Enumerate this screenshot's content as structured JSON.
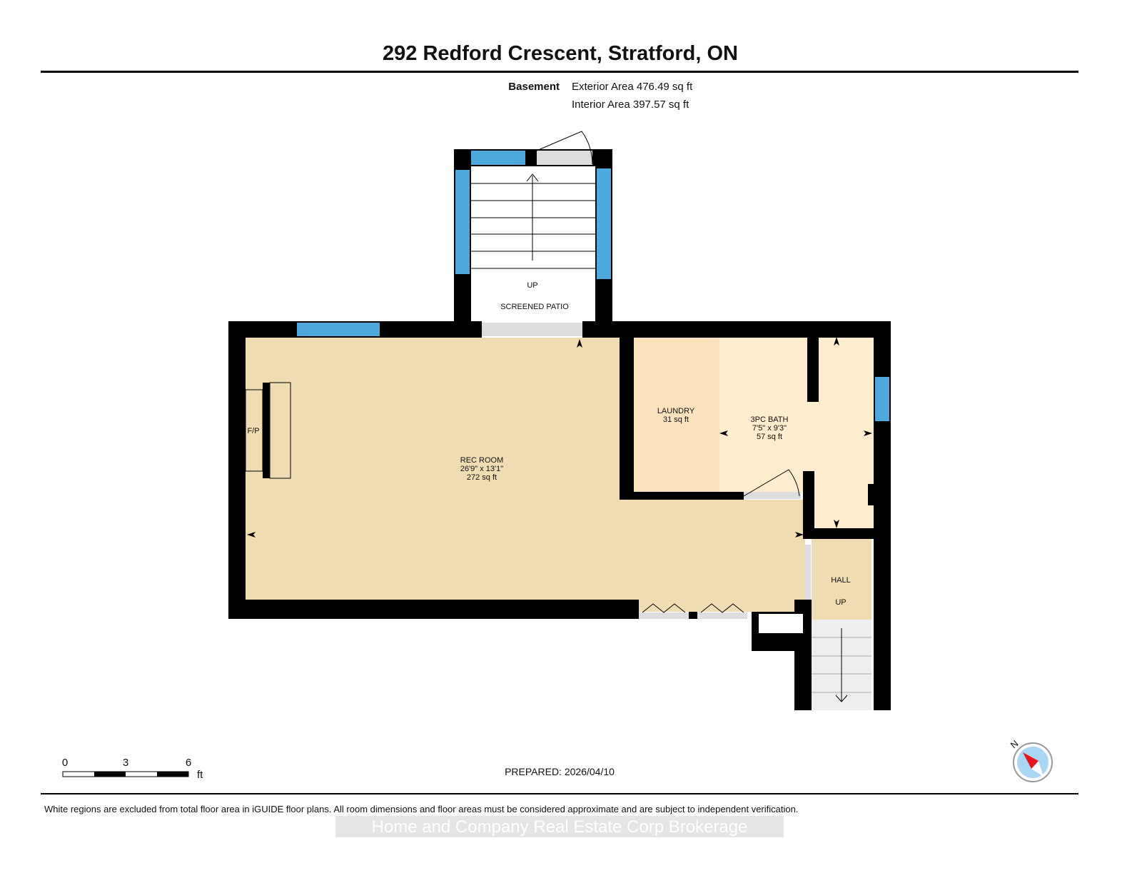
{
  "title": "292 Redford Crescent, Stratford, ON",
  "floor": {
    "name": "Basement",
    "exterior": "Exterior Area 476.49 sq ft",
    "interior": "Interior Area 397.57 sq ft"
  },
  "rooms": {
    "rec": {
      "name": "REC ROOM",
      "dims": "26'9\" x 13'1\"",
      "area": "272 sq ft"
    },
    "laundry": {
      "name": "LAUNDRY",
      "area": "31 sq ft"
    },
    "bath": {
      "name": "3PC BATH",
      "dims": "7'5\" x 9'3\"",
      "area": "57 sq ft"
    },
    "hall": {
      "name": "HALL",
      "up": "UP"
    },
    "patio": {
      "name": "SCREENED PATIO",
      "up": "UP"
    },
    "fp": "F/P"
  },
  "scale": {
    "t0": "0",
    "t3": "3",
    "t6": "6",
    "unit": "ft"
  },
  "compass": "N",
  "prepared": "PREPARED: 2026/04/10",
  "disclaimer": "White regions are excluded from total floor area in iGUIDE floor plans. All room dimensions and floor areas must be considered approximate and are subject to independent verification.",
  "watermark": "Home and Company Real Estate Corp Brokerage",
  "colors": {
    "rec": "#f0dcb2",
    "laundry": "#fbe2bf",
    "bath": "#fdeccd",
    "window": "#4da9dc",
    "wall": "#000000"
  }
}
